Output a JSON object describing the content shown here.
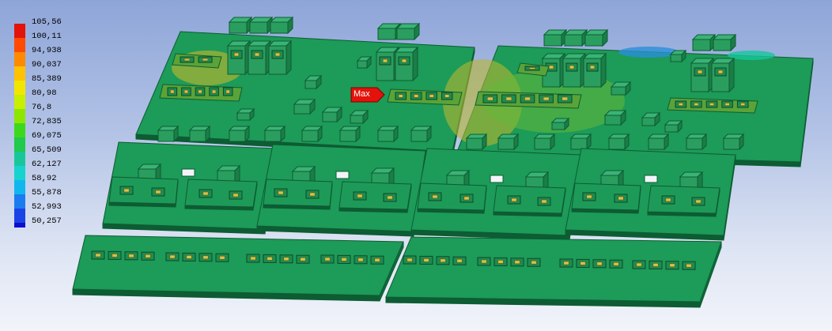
{
  "legend": {
    "entries": [
      {
        "label": "105,56",
        "color": "#e3120b"
      },
      {
        "label": "100,11",
        "color": "#ff4a00"
      },
      {
        "label": "94,938",
        "color": "#ff8a00"
      },
      {
        "label": "90,037",
        "color": "#ffc200"
      },
      {
        "label": "85,389",
        "color": "#f2e600"
      },
      {
        "label": "80,98",
        "color": "#c8ee00"
      },
      {
        "label": "76,8",
        "color": "#8de600"
      },
      {
        "label": "72,835",
        "color": "#3dd81e"
      },
      {
        "label": "69,075",
        "color": "#1fca4c"
      },
      {
        "label": "65,509",
        "color": "#17c79b"
      },
      {
        "label": "62,127",
        "color": "#17d3cf"
      },
      {
        "label": "58,92",
        "color": "#11b6ee"
      },
      {
        "label": "55,878",
        "color": "#1b7cf0"
      },
      {
        "label": "52,993",
        "color": "#1a43e6"
      },
      {
        "label": "50,257",
        "color": "#0b0fd0"
      }
    ]
  },
  "probe": {
    "label": "Max",
    "color": "#e3120b"
  },
  "model_colors": {
    "board": "#1d9b58",
    "board_edge": "#0d5c33",
    "component": "#2a9e5e",
    "component_top": "#3ab376",
    "hot_zone": "#b8b630",
    "warm_zone": "#64b83a",
    "cool_zone": "#2b8fd8"
  }
}
